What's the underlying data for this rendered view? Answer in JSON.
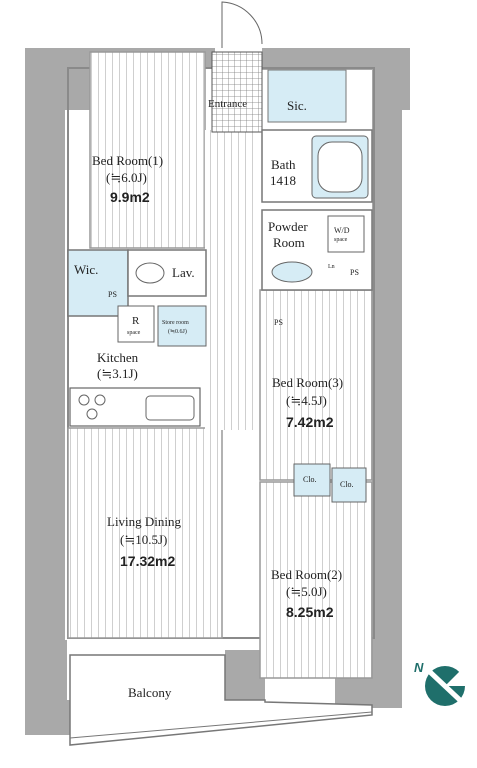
{
  "rooms": {
    "bedroom1": {
      "name": "Bed Room(1)",
      "size": "(≒6.0J)",
      "area": "9.9m2"
    },
    "entrance": {
      "name": "Entrance"
    },
    "sic": {
      "name": "Sic."
    },
    "bath": {
      "name": "Bath",
      "code": "1418"
    },
    "powder": {
      "name1": "Powder",
      "name2": "Room"
    },
    "wd": {
      "name": "W/D",
      "sub": "space"
    },
    "wic": {
      "name": "Wic."
    },
    "lav": {
      "name": "Lav."
    },
    "ps": {
      "name": "PS"
    },
    "ln": {
      "name": "Ln"
    },
    "r_space": {
      "name": "R",
      "sub": "space"
    },
    "store": {
      "name": "Store room",
      "size": "(≒0.6J)"
    },
    "kitchen": {
      "name": "Kitchen",
      "size": "(≒3.1J)"
    },
    "bedroom3": {
      "name": "Bed Room(3)",
      "size": "(≒4.5J)",
      "area": "7.42m2"
    },
    "clo1": {
      "name": "Clo."
    },
    "clo2": {
      "name": "Clo."
    },
    "living": {
      "name": "Living Dining",
      "size": "(≒10.5J)",
      "area": "17.32m2"
    },
    "bedroom2": {
      "name": "Bed Room(2)",
      "size": "(≒5.0J)",
      "area": "8.25m2"
    },
    "balcony": {
      "name": "Balcony"
    }
  },
  "north": {
    "letter": "N"
  },
  "colors": {
    "wall": "#a9a9a9",
    "fixture_blue": "#d6ecf5",
    "floor_line": "#c9c9c9",
    "north": "#1f6f6b"
  }
}
